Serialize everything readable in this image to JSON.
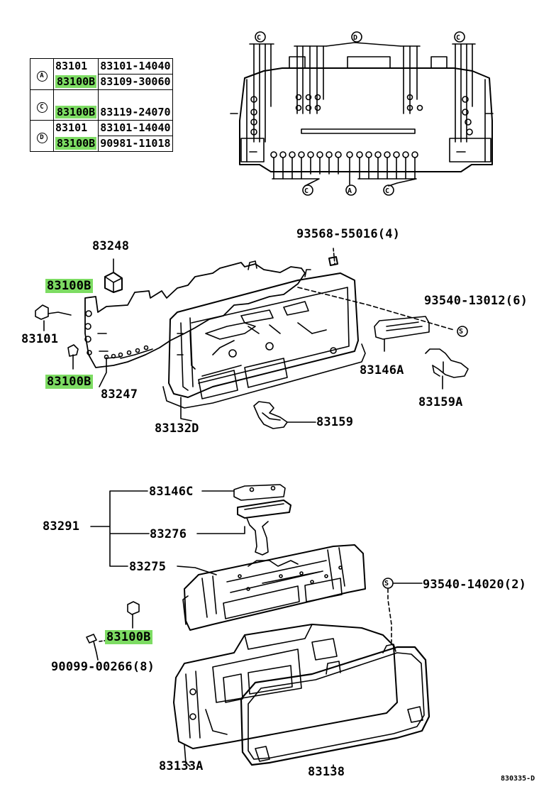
{
  "legend_table": {
    "rows": [
      {
        "letter": "A",
        "codes": [
          "83101",
          "83100B"
        ],
        "parts": [
          "83101-14040",
          "83109-30060"
        ]
      },
      {
        "letter": "C",
        "codes": [
          "",
          "83100B"
        ],
        "parts": [
          "",
          "83119-24070"
        ]
      },
      {
        "letter": "D",
        "codes": [
          "83101",
          "83100B"
        ],
        "parts": [
          "83101-14040",
          "90981-11018"
        ]
      }
    ]
  },
  "top_diagram": {
    "callouts_top": [
      "C",
      "D",
      "C"
    ],
    "callouts_bottom": [
      "C",
      "A",
      "C"
    ]
  },
  "labels": {
    "l83248": "83248",
    "l93568": "93568-55016(4)",
    "l83100b_1": "83100B",
    "l93540_13012": "93540-13012(6)",
    "l83101": "83101",
    "l83146a": "83146A",
    "l83100b_2": "83100B",
    "l83247": "83247",
    "l83159a": "83159A",
    "l83132d": "83132D",
    "l83159": "83159",
    "l83146c": "83146C",
    "l83291": "83291",
    "l83276": "83276",
    "l83275": "83275",
    "l93540_14020": "93540-14020(2)",
    "l83100b_3": "83100B",
    "l90099": "90099-00266(8)",
    "l83133a": "83133A",
    "l83138": "83138",
    "s_symbol": "S"
  },
  "diagram_code": "830335-D",
  "highlight_color": "#7ddc63"
}
